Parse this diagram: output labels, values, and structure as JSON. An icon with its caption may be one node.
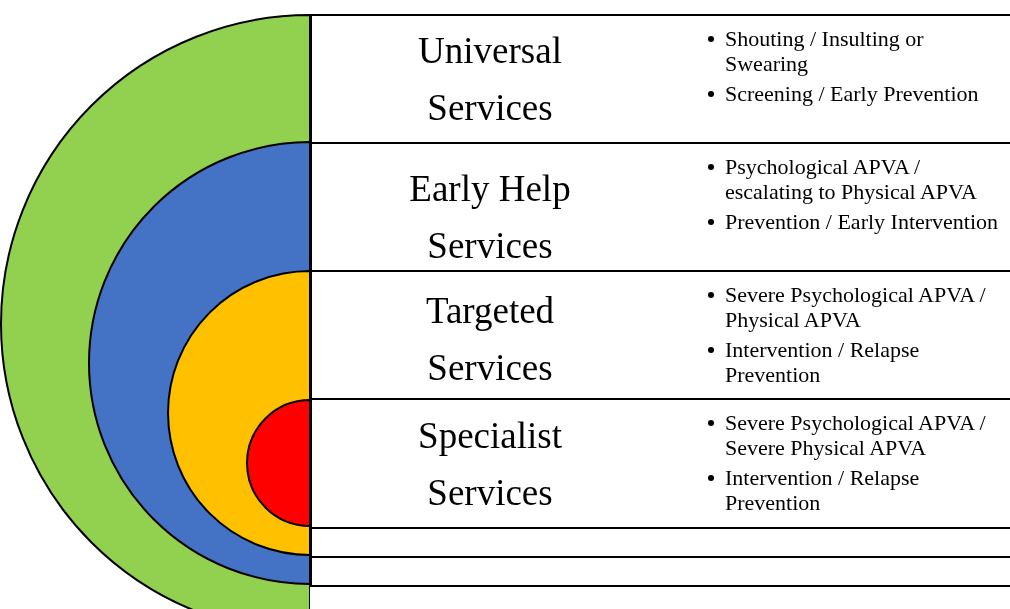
{
  "diagram": {
    "nodes": [
      {
        "text": [],
        "shape": "circle"
      },
      {
        "text": [],
        "shape": "circle",
        "in": 0
      },
      {
        "text": [],
        "shape": "circle",
        "in": 1
      },
      {
        "text": [],
        "shape": "circle",
        "in": 2
      },
      {
        "text": [
          "Universal Services",
          "Shouting / Insulting or Swearing",
          "Screening / Early Prevention"
        ]
      },
      {
        "text": [
          "Early Help Services",
          "Psychological APVA / escalating to Physical APVA",
          "Prevention / Early Intervention"
        ]
      },
      {
        "text": [
          "Targeted Services",
          "Severe Psychological APVA / Physical APVA",
          "Intervention / Relapse Prevention"
        ]
      },
      {
        "text": [
          "Specialist Services",
          "Severe Psychological APVA / Severe Physical APVA",
          "Intervention / Relapse Prevention"
        ]
      },
      {
        "text": [],
        "shape": "box"
      },
      {
        "text": [],
        "shape": "box"
      }
    ],
    "edges": []
  }
}
